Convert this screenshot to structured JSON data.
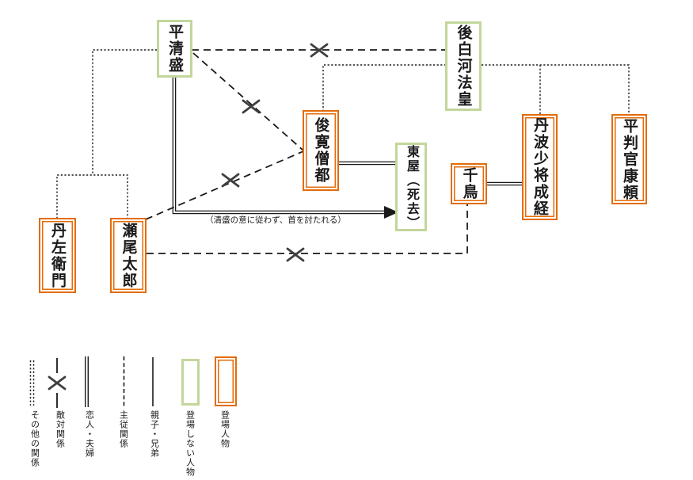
{
  "colors": {
    "appear_border": "#e36c0a",
    "not_appear_border": "#c3d69b",
    "line": "#1a1a1a",
    "x_mark": "#3f3f3f"
  },
  "nodes": {
    "kiyomori": {
      "label": "平清盛",
      "type": "not_appear"
    },
    "goshirakawa": {
      "label": "後白河法皇",
      "type": "not_appear"
    },
    "shunkan": {
      "label": "俊寛僧都",
      "type": "appear"
    },
    "azumaya": {
      "label": "東屋（死去）",
      "type": "not_appear"
    },
    "chidori": {
      "label": "千鳥",
      "type": "appear"
    },
    "naritsune": {
      "label": "丹波少将成経",
      "type": "appear"
    },
    "yasuyori": {
      "label": "平判官康頼",
      "type": "appear"
    },
    "tanzaemon": {
      "label": "丹左衛門",
      "type": "appear"
    },
    "senoo": {
      "label": "瀬尾太郎",
      "type": "appear"
    }
  },
  "edges": [
    {
      "from": "kiyomori",
      "to": "goshirakawa",
      "type": "敵対関係"
    },
    {
      "from": "kiyomori",
      "to": "shunkan",
      "type": "敵対関係"
    },
    {
      "from": "senoo",
      "to": "shunkan",
      "type": "敵対関係"
    },
    {
      "from": "senoo",
      "to": "chidori",
      "type": "敵対関係"
    },
    {
      "from": "shunkan",
      "to": "azumaya",
      "type": "恋人・夫婦"
    },
    {
      "from": "chidori",
      "to": "naritsune",
      "type": "恋人・夫婦"
    },
    {
      "from": "kiyomori",
      "to": "azumaya",
      "type": "矢印",
      "note": "（清盛の意に従わず、首を討たれる）"
    },
    {
      "from": "kiyomori",
      "to": "tanzaemon",
      "type": "主従関係"
    },
    {
      "from": "kiyomori",
      "to": "senoo",
      "type": "主従関係"
    },
    {
      "from": "goshirakawa",
      "to": "shunkan",
      "type": "主従関係"
    },
    {
      "from": "goshirakawa",
      "to": "naritsune",
      "type": "主従関係"
    },
    {
      "from": "goshirakawa",
      "to": "yasuyori",
      "type": "主従関係"
    }
  ],
  "legend": {
    "items": [
      {
        "glyph": "double-dotted-line",
        "label": "その他の関係"
      },
      {
        "glyph": "dashed-line-x",
        "label": "敵対関係"
      },
      {
        "glyph": "double-line",
        "label": "恋人・夫婦"
      },
      {
        "glyph": "dashed-line",
        "label": "主従関係"
      },
      {
        "glyph": "solid-line",
        "label": "親子・兄弟"
      },
      {
        "glyph": "green-box",
        "label": "登場しない人物"
      },
      {
        "glyph": "orange-box",
        "label": "登場人物"
      }
    ]
  }
}
